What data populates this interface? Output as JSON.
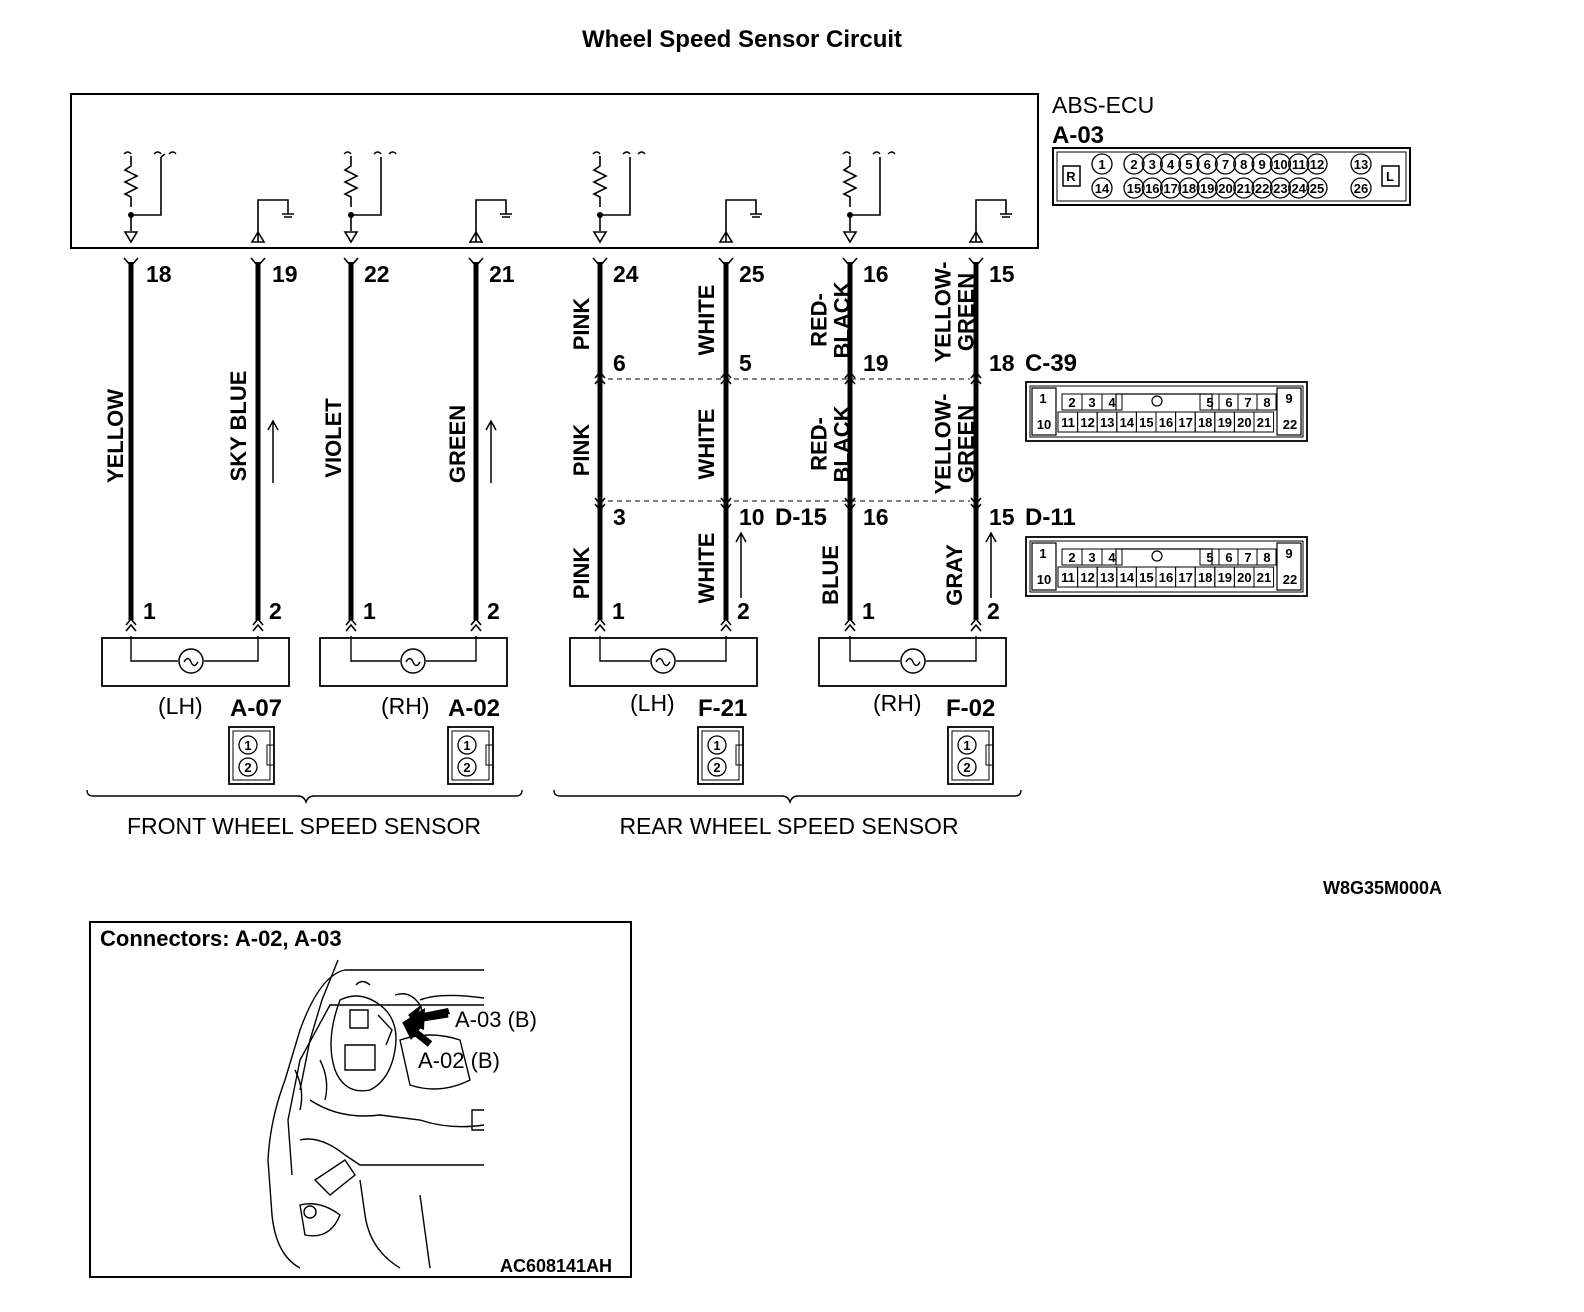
{
  "title": "Wheel Speed Sensor Circuit",
  "ecu": {
    "name": "ABS-ECU",
    "connector": "A-03"
  },
  "ecu_connector_face": {
    "left_tag": "R",
    "right_tag": "L",
    "row1": [
      "1",
      "2",
      "3",
      "4",
      "5",
      "6",
      "7",
      "8",
      "9",
      "10",
      "11",
      "12",
      "13"
    ],
    "row2": [
      "14",
      "15",
      "16",
      "17",
      "18",
      "19",
      "20",
      "21",
      "22",
      "23",
      "24",
      "25",
      "26"
    ]
  },
  "wires": [
    {
      "ecu_pin": "18",
      "color": "YELLOW",
      "sensor_pin": "1"
    },
    {
      "ecu_pin": "19",
      "color": "SKY BLUE",
      "sensor_pin": "2"
    },
    {
      "ecu_pin": "22",
      "color": "VIOLET",
      "sensor_pin": "1"
    },
    {
      "ecu_pin": "21",
      "color": "GREEN",
      "sensor_pin": "2"
    },
    {
      "ecu_pin": "24",
      "c39_pin": "6",
      "d15_pin": "3",
      "color_top": "PINK",
      "color_mid": "PINK",
      "color_bottom": "PINK",
      "sensor_pin": "1"
    },
    {
      "ecu_pin": "25",
      "c39_pin": "5",
      "d15_pin": "10",
      "color_top": "WHITE",
      "color_mid": "WHITE",
      "color_bottom": "WHITE",
      "sensor_pin": "2"
    },
    {
      "ecu_pin": "16",
      "c39_pin": "19",
      "d15_pin": "16",
      "color_top": "RED-\nBLACK",
      "color_mid": "RED-\nBLACK",
      "color_bottom": "BLUE",
      "sensor_pin": "1"
    },
    {
      "ecu_pin": "15",
      "c39_pin": "18",
      "d15_pin": "15",
      "color_top": "YELLOW-\nGREEN",
      "color_mid": "YELLOW-\nGREEN",
      "color_bottom": "GRAY",
      "sensor_pin": "2"
    }
  ],
  "intermediate_connectors": [
    {
      "name": "C-39",
      "row1": [
        "1",
        "2",
        "3",
        "4",
        "5",
        "6",
        "7",
        "8",
        "9"
      ],
      "row2": [
        "10",
        "11",
        "12",
        "13",
        "14",
        "15",
        "16",
        "17",
        "18",
        "19",
        "20",
        "21",
        "22"
      ]
    },
    {
      "name": "D-15"
    },
    {
      "name": "D-11",
      "row1": [
        "1",
        "2",
        "3",
        "4",
        "5",
        "6",
        "7",
        "8",
        "9"
      ],
      "row2": [
        "10",
        "11",
        "12",
        "13",
        "14",
        "15",
        "16",
        "17",
        "18",
        "19",
        "20",
        "21",
        "22"
      ]
    }
  ],
  "sensors": [
    {
      "side": "(LH)",
      "connector": "A-07"
    },
    {
      "side": "(RH)",
      "connector": "A-02"
    },
    {
      "side": "(LH)",
      "connector": "F-21"
    },
    {
      "side": "(RH)",
      "connector": "F-02"
    }
  ],
  "sensor_face_pins": [
    "1",
    "2"
  ],
  "groups": [
    "FRONT WHEEL SPEED SENSOR",
    "REAR WHEEL SPEED SENSOR"
  ],
  "diagram_code": "W8G35M000A",
  "inset": {
    "title": "Connectors: A-02, A-03",
    "callouts": [
      "A-03 (B)",
      "A-02 (B)"
    ],
    "code": "AC608141AH"
  }
}
